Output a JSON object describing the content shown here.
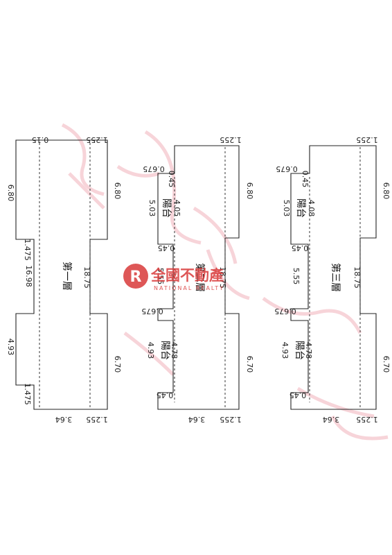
{
  "logo": {
    "name": "全國不動產",
    "tagline": "NATIONAL REALTY",
    "brand_color": "#d93a3a"
  },
  "watermark_color": "#f2b8c0",
  "floors": [
    {
      "title": "第一層",
      "labels": {
        "top_left": "0.15",
        "top_right": "1.255",
        "left_upper": "6.80",
        "left_step": "1.475",
        "left_mid": "16.98",
        "left_lower": "4.93",
        "left_step_lower": "1.475",
        "center": "18.75",
        "right_upper": "6.80",
        "right_lower": "6.70",
        "bottom_left": "3.64",
        "bottom_right": "1.255"
      }
    },
    {
      "title": "第二層",
      "labels": {
        "top_left": "0.675",
        "top_right": "1.255",
        "balcony_top": "陽台",
        "balcony_top_w": "4.05",
        "balcony_top_h": "5.03",
        "small_top": "0.45",
        "small_mid": "0.45",
        "left_mid": "5.55",
        "mid_step": "0.675",
        "balcony_bottom": "陽台",
        "balcony_bottom_w": "4.78",
        "balcony_bottom_h": "4.93",
        "small_bottom": "0.45",
        "center": "18.75",
        "right_upper": "6.80",
        "right_lower": "6.70",
        "bottom_left": "3.64",
        "bottom_right": "1.255"
      }
    },
    {
      "title": "第三層",
      "labels": {
        "top_left": "0.675",
        "top_right": "1.255",
        "balcony_top": "陽台",
        "balcony_top_w": "4.08",
        "balcony_top_h": "5.03",
        "small_top": "0.45",
        "small_mid": "0.45",
        "left_mid": "5.55",
        "mid_step": "0.675",
        "balcony_bottom": "陽台",
        "balcony_bottom_w": "4.78",
        "balcony_bottom_h": "4.93",
        "small_bottom": "0.45",
        "center": "18.75",
        "right_upper": "6.80",
        "right_lower": "6.70",
        "bottom_left": "3.64",
        "bottom_right": "1.255"
      }
    }
  ]
}
